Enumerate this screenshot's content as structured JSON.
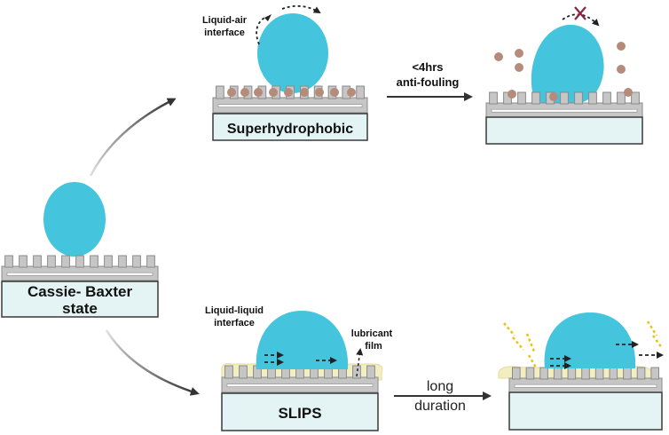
{
  "labels": {
    "cassie_title_line1": "Cassie- Baxter",
    "cassie_title_line2": "state",
    "superhydrophobic": "Superhydrophobic",
    "slips": "SLIPS",
    "liquid_air_line1": "Liquid-air",
    "liquid_air_line2": "interface",
    "antifouling_line1": "<4hrs",
    "antifouling_line2": "anti-fouling",
    "liquid_liquid_line1": "Liquid-liquid",
    "liquid_liquid_line2": "interface",
    "lubricant_line1": "lubricant",
    "lubricant_line2": "film",
    "long_duration_line1": "long",
    "long_duration_line2": "duration"
  },
  "colors": {
    "droplet": "#45c4de",
    "surface": "#c6c6c6",
    "surface_stroke": "#8a8a8a",
    "base_box": "#e4f4f4",
    "base_stroke": "#3a3a3a",
    "particle": "#b58c7c",
    "lubricant": "#f3eec0",
    "yellow_dash": "#e9c21b",
    "cross": "#8a2345",
    "arrow": "#333333"
  }
}
